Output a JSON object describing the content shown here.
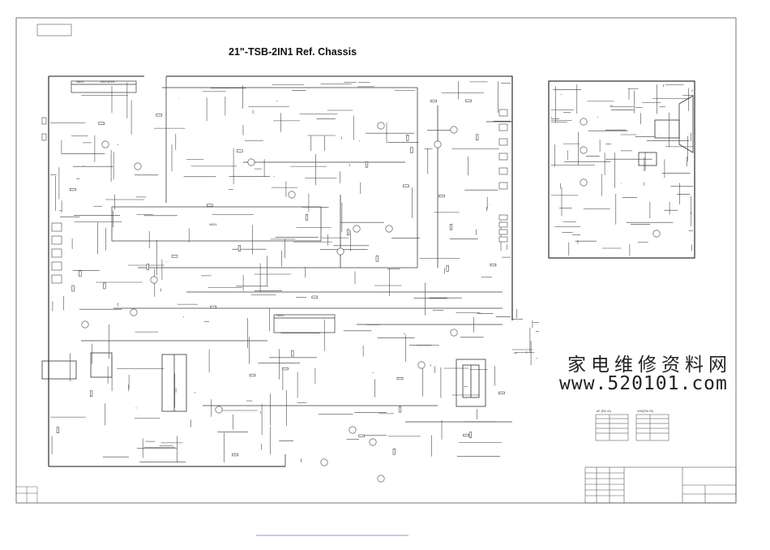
{
  "title": "21\"-TSB-2IN1 Ref. Chassis",
  "watermark": {
    "chinese": "家电维修资料网",
    "url": "www.520101.com"
  },
  "ic_labels": {
    "audio_ic": "N601",
    "audio_ic_part": "AN7522N",
    "main_ic": "N201",
    "power_ic": "N501"
  },
  "tables": {
    "left_title": "AF (Pin 41)",
    "right_title": "VHS(Pin 33)"
  },
  "colors": {
    "line": "#3a3a3a",
    "heavy_line": "#1a1a1a",
    "background": "#ffffff"
  }
}
